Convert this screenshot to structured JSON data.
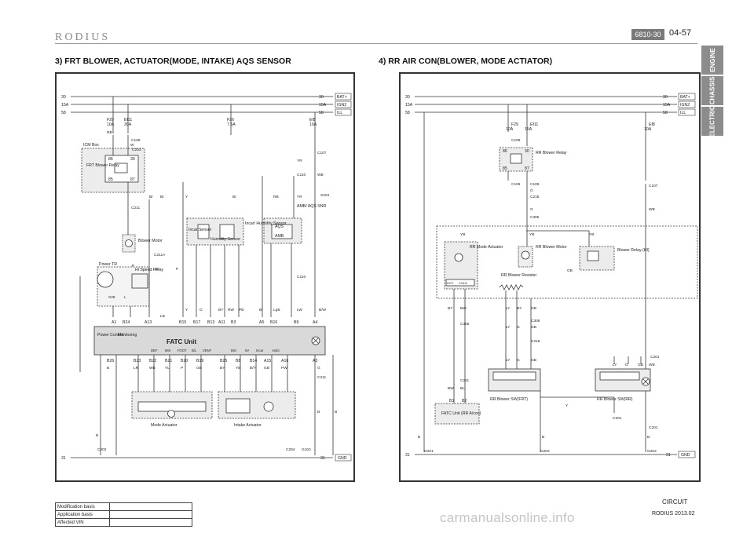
{
  "header": {
    "brand": "RODIUS",
    "section_code": "6810-30",
    "page_number": "04-57"
  },
  "side_tabs": [
    "ENGINE",
    "CHASSIS",
    "ELECTRIC"
  ],
  "left_panel": {
    "title": "3) FRT BLOWER, ACTUATOR(MODE, INTAKE) AQS SENSOR",
    "rails": [
      "30",
      "15A",
      "58"
    ],
    "rail_tags": [
      "BAT+",
      "IGN2",
      "ILL"
    ],
    "ground_left": "31",
    "ground_right": "31",
    "ground_tag": "GND",
    "fuses": [
      {
        "name": "F29",
        "rating": "10A"
      },
      {
        "name": "Ef11",
        "rating": "30A"
      },
      {
        "name": "F26",
        "rating": "7.5A"
      },
      {
        "name": "Ef8",
        "rating": "10A"
      }
    ],
    "connectors": [
      "C109",
      "C211",
      "C110",
      "C107",
      "S204",
      "C211A",
      "C202",
      "C204",
      "G104",
      "C203",
      "C110",
      "C211"
    ],
    "wire_labels": [
      "RB",
      "W",
      "Br",
      "Br",
      "Y",
      "Br",
      "RB",
      "YR",
      "YR",
      "WB",
      "P",
      "Br",
      "P",
      "GrB",
      "L",
      "LB",
      "Y",
      "G",
      "BY",
      "RW",
      "PB",
      "Br",
      "LgB",
      "LW",
      "B/W",
      "B",
      "LR",
      "WB",
      "YL",
      "P",
      "GB",
      "BY",
      "YB",
      "B/Y",
      "GB",
      "PW",
      "G",
      "B",
      "B",
      "B"
    ],
    "icm_box": "ICM Box",
    "frt_relay": "FRT Blower Relay",
    "relay_pins": [
      "86",
      "30",
      "85",
      "87"
    ],
    "blower_motor": "Blower Motor",
    "power_tr": "Power TR",
    "hi_speed_relay": "Hi Speed Relay",
    "incar_sensor": "Incar Sensor",
    "humidity_sensor": "Humidity Sensor",
    "incar_humidity_label": "Incar/ Humidity Sensor",
    "aqs_block": "AQS",
    "amb_label": "AMB",
    "amb_aqs_snr": "AMB/ AQS SNR",
    "fatc_unit": "FATC Unit",
    "fatc_sub": [
      "Power Control",
      "Monitoring"
    ],
    "fatc_mode_cells": [
      "DEF",
      "MIX",
      "FOOT",
      "B/L",
      "VENT",
      "BIS",
      "5V",
      "Incar",
      "Ambi"
    ],
    "fatc_pins_top": [
      "A1",
      "B24",
      "A13",
      "B15",
      "B17",
      "B13",
      "A11",
      "B3",
      "A5",
      "B16",
      "B9",
      "A4"
    ],
    "fatc_pins_bottom": [
      "B26",
      "B23",
      "B22",
      "B21",
      "B20",
      "B19",
      "B25",
      "B8",
      "B14",
      "A15",
      "A16",
      "A3"
    ],
    "mode_actuator": "Mode Actuator",
    "intake_actuator": "Intake Actuator"
  },
  "right_panel": {
    "title": "4) RR AIR CON(BLOWER, MODE ACTIATOR)",
    "rails": [
      "30",
      "15A",
      "58"
    ],
    "rail_tags": [
      "BAT+",
      "IGN2",
      "ILL"
    ],
    "ground_left": "31",
    "ground_right": "31",
    "ground_tag": "GND",
    "fuses": [
      {
        "name": "F29",
        "rating": "10A"
      },
      {
        "name": "Ef11",
        "rating": "15A"
      },
      {
        "name": "Ef8",
        "rating": "10A"
      }
    ],
    "connectors": [
      "C109",
      "C106",
      "C109",
      "C218",
      "C305",
      "C107",
      "C305",
      "C306",
      "C218",
      "C211",
      "C201",
      "C201",
      "C201",
      "G201",
      "G204",
      "G202"
    ],
    "wire_labels": [
      "G",
      "G",
      "YB",
      "YB",
      "YB",
      "WB",
      "GB",
      "BY",
      "BW",
      "LY",
      "BY",
      "GB",
      "LY",
      "G",
      "GB",
      "LY",
      "G",
      "GB",
      "BW",
      "BL",
      "LY",
      "G",
      "GB",
      "WB",
      "Y",
      "B",
      "B",
      "B"
    ],
    "rr_blower_relay": "RR Blower Relay",
    "rr_mode_actuator": "RR Mode Actuator",
    "rr_blower_motor": "RR Blower Motor",
    "rr_blower_resister": "RR Blower Resister",
    "blower_relay_hi": "Blower Relay (HI)",
    "hot_cold": [
      "HOT",
      "COLD"
    ],
    "fatc_unit": "FATC Unit (RR A/con)",
    "fatc_pins": [
      "B1",
      "B2"
    ],
    "rr_sw_frt": "RR Blower SW(FRT)",
    "rr_sw_rr": "RR Blower SW(RR)",
    "relay_pins": [
      "86",
      "30",
      "85",
      "87"
    ]
  },
  "footer": {
    "info_rows": [
      "Modification basis",
      "Application basis",
      "Affected VIN"
    ],
    "section_name": "CIRCUIT",
    "date": "RODIUS 2013.02",
    "watermark": "carmanualsonline.info"
  }
}
